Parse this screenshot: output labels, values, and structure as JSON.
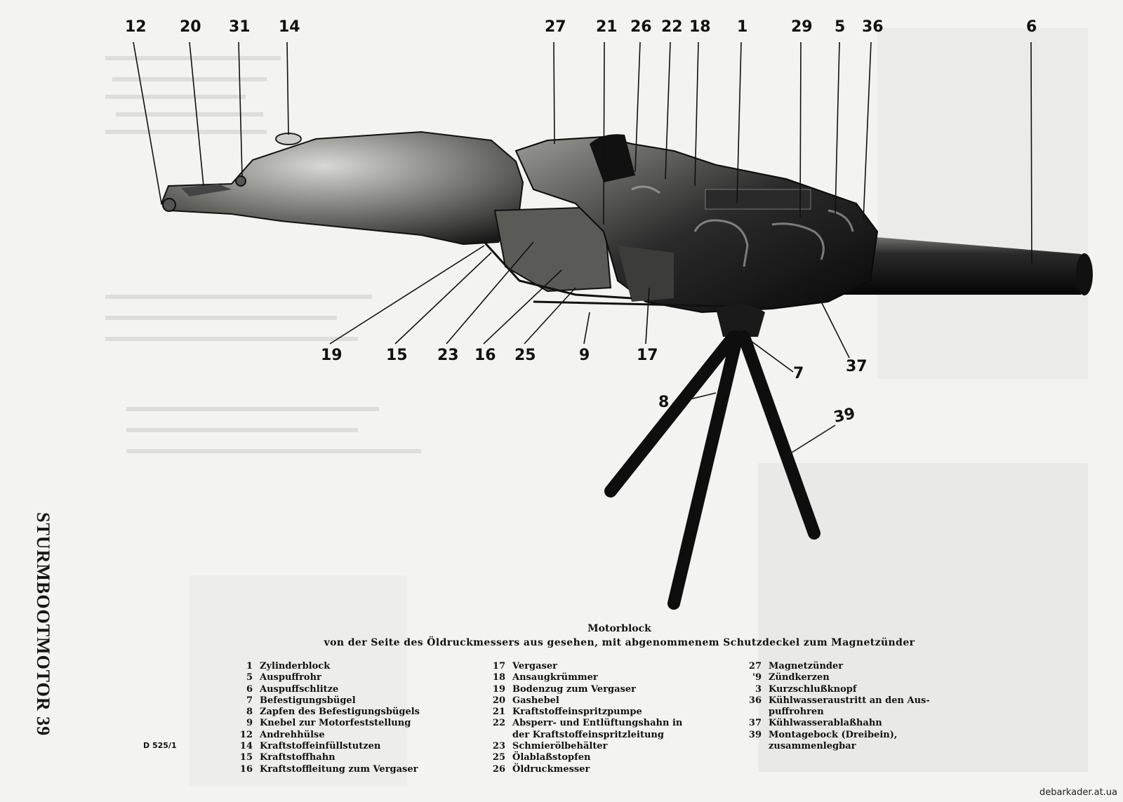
{
  "side_title": "STURMBOOTMOTOR 39",
  "caption": {
    "title": "Motorblock",
    "subtitle": "von der Seite des Öldruckmessers aus gesehen, mit abgenommenem Schutzdeckel zum Magnetzünder"
  },
  "callouts": [
    "12",
    "20",
    "31",
    "14",
    "27",
    "21",
    "26",
    "22",
    "18",
    "1",
    "29",
    "5",
    "36",
    "6",
    "19",
    "15",
    "23",
    "16",
    "25",
    "9",
    "17",
    "7",
    "37",
    "8",
    "39"
  ],
  "legend": {
    "col1": [
      {
        "num": "1",
        "text": "Zylinderblock"
      },
      {
        "num": "5",
        "text": "Auspuffrohr"
      },
      {
        "num": "6",
        "text": "Auspuffschlitze"
      },
      {
        "num": "7",
        "text": "Befestigungsbügel"
      },
      {
        "num": "8",
        "text": "Zapfen des Befestigungsbügels"
      },
      {
        "num": "9",
        "text": "Knebel zur Motorfeststellung"
      },
      {
        "num": "12",
        "text": "Andrehhülse"
      },
      {
        "num": "14",
        "text": "Kraftstoffeinfüllstutzen"
      },
      {
        "num": "15",
        "text": "Kraftstoffhahn"
      },
      {
        "num": "16",
        "text": "Kraftstoffleitung zum Vergaser"
      }
    ],
    "col2": [
      {
        "num": "17",
        "text": "Vergaser"
      },
      {
        "num": "18",
        "text": "Ansaugkrümmer"
      },
      {
        "num": "19",
        "text": "Bodenzug zum Vergaser"
      },
      {
        "num": "20",
        "text": "Gashebel"
      },
      {
        "num": "21",
        "text": "Kraftstoffeinspritzpumpe"
      },
      {
        "num": "22",
        "text": "Absperr- und Entlüftungshahn in\nder Kraftstoffeinspritzleitung"
      },
      {
        "num": "23",
        "text": "Schmierölbehälter"
      },
      {
        "num": "25",
        "text": "Ölablaßstopfen"
      },
      {
        "num": "26",
        "text": "Öldruckmesser"
      }
    ],
    "col3": [
      {
        "num": "27",
        "text": "Magnetzünder"
      },
      {
        "num": "'9",
        "text": "Zündkerzen"
      },
      {
        "num": "3",
        "text": "Kurzschlußknopf"
      },
      {
        "num": "36",
        "text": "Kühlwasseraustritt an den Aus-\npuffrohren"
      },
      {
        "num": "37",
        "text": "Kühlwasserablaßhahn"
      },
      {
        "num": "39",
        "text": "Montagebock (Dreibein),\nzusammenlegbar"
      }
    ]
  },
  "doc_code": "D 525/1",
  "footer_url": "debarkader.at.ua"
}
